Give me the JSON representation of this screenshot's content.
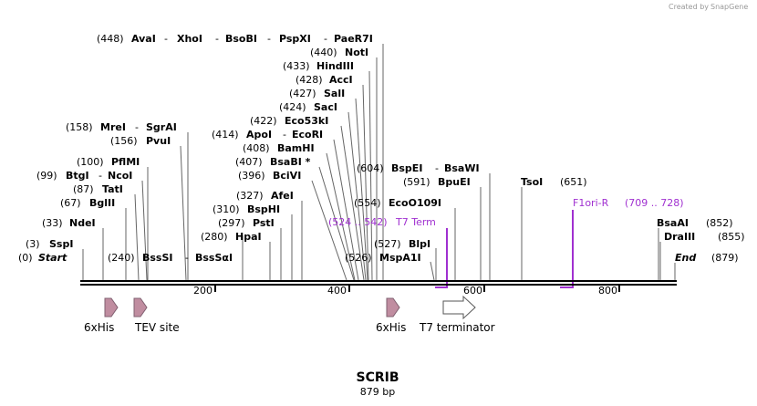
{
  "credit": {
    "created_by": "Created by",
    "brand": "SnapGene"
  },
  "construct": {
    "name": "SCRIB",
    "length": "879 bp"
  },
  "ticks": [
    "200",
    "400",
    "600",
    "800"
  ],
  "sites": [
    {
      "pos": "(448)",
      "names": [
        "AvaI",
        "XhoI",
        "BsoBI",
        "PspXI",
        "PaeR7I"
      ]
    },
    {
      "pos": "(440)",
      "names": [
        "NotI"
      ]
    },
    {
      "pos": "(433)",
      "names": [
        "HindIII"
      ]
    },
    {
      "pos": "(428)",
      "names": [
        "AccI"
      ]
    },
    {
      "pos": "(427)",
      "names": [
        "SalI"
      ]
    },
    {
      "pos": "(424)",
      "names": [
        "SacI"
      ]
    },
    {
      "pos": "(422)",
      "names": [
        "Eco53kI"
      ]
    },
    {
      "pos": "(414)",
      "names": [
        "ApoI",
        "EcoRI"
      ]
    },
    {
      "pos": "(408)",
      "names": [
        "BamHI"
      ]
    },
    {
      "pos": "(407)",
      "names": [
        "BsaBI *"
      ]
    },
    {
      "pos": "(396)",
      "names": [
        "BciVI"
      ]
    },
    {
      "pos": "(158)",
      "names": [
        "MreI",
        "SgrAI"
      ]
    },
    {
      "pos": "(156)",
      "names": [
        "PvuI"
      ]
    },
    {
      "pos": "(100)",
      "names": [
        "PflMI"
      ]
    },
    {
      "pos": "(99)",
      "names": [
        "BtgI",
        "NcoI"
      ]
    },
    {
      "pos": "(87)",
      "names": [
        "TatI"
      ]
    },
    {
      "pos": "(67)",
      "names": [
        "BglII"
      ]
    },
    {
      "pos": "(33)",
      "names": [
        "NdeI"
      ]
    },
    {
      "pos": "(3)",
      "names": [
        "SspI"
      ]
    },
    {
      "pos": "(0)",
      "names": [
        "Start"
      ]
    },
    {
      "pos": "(240)",
      "names": [
        "BssSI",
        "BssSαI"
      ]
    },
    {
      "pos": "(327)",
      "names": [
        "AfeI"
      ]
    },
    {
      "pos": "(310)",
      "names": [
        "BspHI"
      ]
    },
    {
      "pos": "(297)",
      "names": [
        "PstI"
      ]
    },
    {
      "pos": "(280)",
      "names": [
        "HpaI"
      ]
    },
    {
      "pos": "(604)",
      "names": [
        "BspEI",
        "BsaWI"
      ]
    },
    {
      "pos": "(591)",
      "names": [
        "BpuEI"
      ]
    },
    {
      "pos": "(554)",
      "names": [
        "EcoO109I"
      ]
    },
    {
      "pos": "(527)",
      "names": [
        "BlpI"
      ]
    },
    {
      "pos": "(526)",
      "names": [
        "MspA1I"
      ]
    },
    {
      "pos": "(651)",
      "names": [
        "TsoI"
      ]
    },
    {
      "pos": "(852)",
      "names": [
        "BsaAI"
      ]
    },
    {
      "pos": "(855)",
      "names": [
        "DraIII"
      ]
    },
    {
      "pos": "(879)",
      "names": [
        "End"
      ]
    }
  ],
  "primers": [
    {
      "label": "T7 Term",
      "range": "(524 .. 542)"
    },
    {
      "label": "F1ori-R",
      "range": "(709 .. 728)"
    }
  ],
  "features": [
    {
      "label": "6xHis"
    },
    {
      "label": "TEV site"
    },
    {
      "label": "6xHis"
    },
    {
      "label": "T7 terminator"
    }
  ],
  "colors": {
    "feature_pink": "#c08da0",
    "primer_purple": "#a030d0"
  }
}
